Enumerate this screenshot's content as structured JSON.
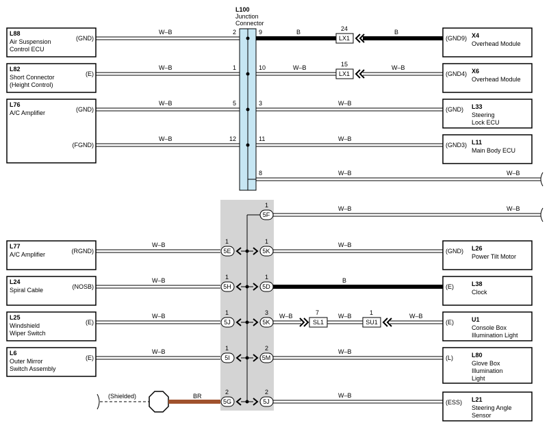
{
  "junction": {
    "code": "L100",
    "name_line1": "Junction",
    "name_line2": "Connector"
  },
  "components_left": [
    {
      "code": "L88",
      "lines": [
        "Air Suspension",
        "Control ECU"
      ]
    },
    {
      "code": "L82",
      "lines": [
        "Short Connector",
        "(Height Control)"
      ]
    },
    {
      "code": "L76",
      "lines": [
        "A/C Amplifier"
      ]
    },
    {
      "code": "L77",
      "lines": [
        "A/C Amplifier"
      ]
    },
    {
      "code": "L24",
      "lines": [
        "Spiral Cable"
      ]
    },
    {
      "code": "L25",
      "lines": [
        "Windshield",
        "Wiper Switch"
      ]
    },
    {
      "code": "L6",
      "lines": [
        "Outer Mirror",
        "Switch Assembly"
      ]
    }
  ],
  "components_right": [
    {
      "code": "X4",
      "lines": [
        "Overhead Module"
      ]
    },
    {
      "code": "X6",
      "lines": [
        "Overhead Module"
      ]
    },
    {
      "code": "L33",
      "lines": [
        "Steering",
        "Lock ECU"
      ]
    },
    {
      "code": "L11",
      "lines": [
        "Main Body ECU"
      ]
    },
    {
      "code": "L26",
      "lines": [
        "Power Tilt Motor"
      ]
    },
    {
      "code": "L38",
      "lines": [
        "Clock"
      ]
    },
    {
      "code": "U1",
      "lines": [
        "Console Box",
        "Illumination Light"
      ]
    },
    {
      "code": "L80",
      "lines": [
        "Glove Box",
        "Illumination",
        "Light"
      ]
    },
    {
      "code": "L21",
      "lines": [
        "Steering Angle",
        "Sensor"
      ]
    }
  ],
  "left_terminals": [
    "(GND)",
    "(E)",
    "(GND)",
    "(FGND)",
    "(RGND)",
    "(NOSB)",
    "(E)",
    "(E)"
  ],
  "right_terminals": [
    "(GND9)",
    "(GND4)",
    "(GND)",
    "(GND3)",
    "(GND)",
    "(E)",
    "(E)",
    "(L)",
    "(ESS)"
  ],
  "wire_colors": [
    "W–B",
    "B",
    "BR"
  ],
  "pins_left": [
    "2",
    "1",
    "5",
    "12"
  ],
  "pins_right": [
    "9",
    "10",
    "3",
    "11",
    "8"
  ],
  "inline_connectors": [
    {
      "name": "LX1",
      "pin": "24"
    },
    {
      "name": "LX1",
      "pin": "15"
    },
    {
      "name": "SL1",
      "pin": "7"
    },
    {
      "name": "SU1",
      "pin": "1"
    }
  ],
  "bus_left": [
    {
      "label": "5E",
      "pin": "1"
    },
    {
      "label": "5H",
      "pin": "1"
    },
    {
      "label": "5J",
      "pin": "1"
    },
    {
      "label": "5I",
      "pin": "1"
    },
    {
      "label": "5G",
      "pin": "2"
    }
  ],
  "bus_right": [
    {
      "label": "5F",
      "pin": "1"
    },
    {
      "label": "5K",
      "pin": "1"
    },
    {
      "label": "5D",
      "pin": "1"
    },
    {
      "label": "5K",
      "pin": "3"
    },
    {
      "label": "5M",
      "pin": "2"
    },
    {
      "label": "5J",
      "pin": "2"
    }
  ],
  "shielded_label": "(Shielded)",
  "colors": {
    "junction_fill": "#c6e6f3",
    "bus_fill": "#d4d4d4",
    "brown_wire": "#a0522d",
    "black_wire": "#000000"
  }
}
